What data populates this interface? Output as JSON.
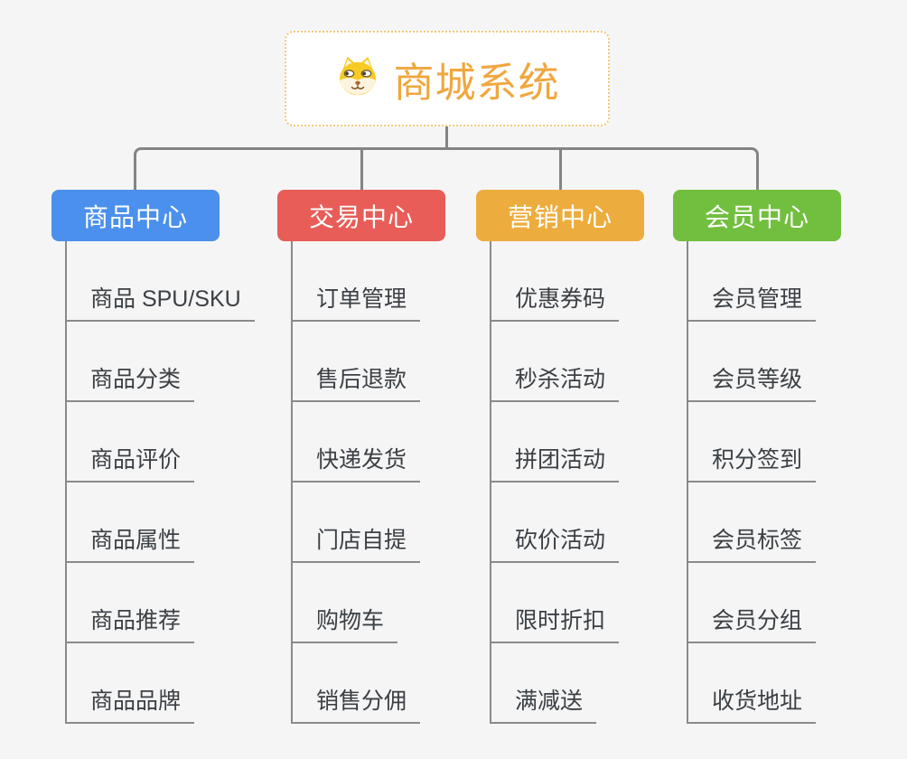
{
  "root": {
    "title": "商城系统",
    "icon": "shiba-dog-icon",
    "accent_color": "#f0a73e"
  },
  "connector_color": "#848484",
  "branches": [
    {
      "label": "商品中心",
      "color": "#4b90ec",
      "children": [
        "商品 SPU/SKU",
        "商品分类",
        "商品评价",
        "商品属性",
        "商品推荐",
        "商品品牌"
      ]
    },
    {
      "label": "交易中心",
      "color": "#e85d58",
      "children": [
        "订单管理",
        "售后退款",
        "快递发货",
        "门店自提",
        "购物车",
        "销售分佣"
      ]
    },
    {
      "label": "营销中心",
      "color": "#edad3e",
      "children": [
        "优惠券码",
        "秒杀活动",
        "拼团活动",
        "砍价活动",
        "限时折扣",
        "满减送"
      ]
    },
    {
      "label": "会员中心",
      "color": "#72bf3f",
      "children": [
        "会员管理",
        "会员等级",
        "积分签到",
        "会员标签",
        "会员分组",
        "收货地址"
      ]
    }
  ]
}
